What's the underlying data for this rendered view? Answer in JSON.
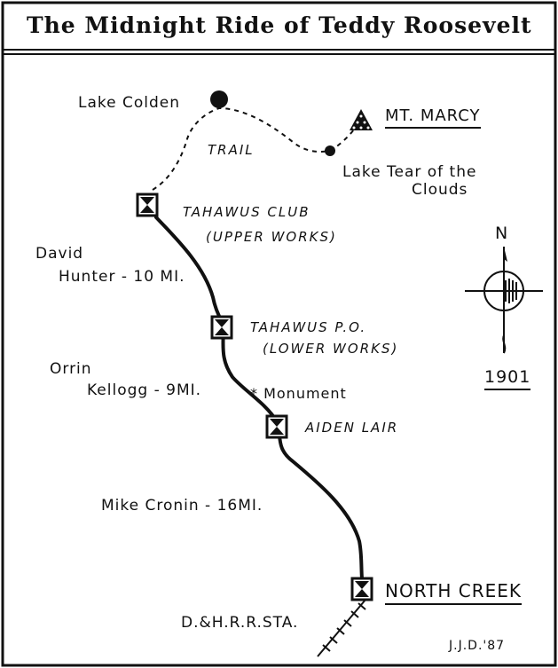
{
  "title": "The Midnight Ride of Teddy Roosevelt",
  "places": {
    "lake_colden": "Lake Colden",
    "mt_marcy": "MT. MARCY",
    "trail": "TRAIL",
    "lake_tear_line1": "Lake Tear of the",
    "lake_tear_line2": "Clouds",
    "tahawus_club_line1": "TAHAWUS CLUB",
    "tahawus_club_line2": "(UPPER WORKS)",
    "tahawus_po_line1": "TAHAWUS P.O.",
    "tahawus_po_line2": "(LOWER WORKS)",
    "monument": "* Monument",
    "aiden_lair": "AIDEN LAIR",
    "north_creek": "NORTH CREEK",
    "rr_station": "D.&H.R.R.STA."
  },
  "drivers": {
    "david_line1": "David",
    "david_line2": "Hunter - 10 MI.",
    "orrin_line1": "Orrin",
    "orrin_line2": "Kellogg - 9MI.",
    "mike": "Mike Cronin - 16MI."
  },
  "compass": {
    "north": "N",
    "year": "1901"
  },
  "signature": "J.J.D.'87",
  "colors": {
    "ink": "#111111",
    "paper": "#ffffff"
  }
}
